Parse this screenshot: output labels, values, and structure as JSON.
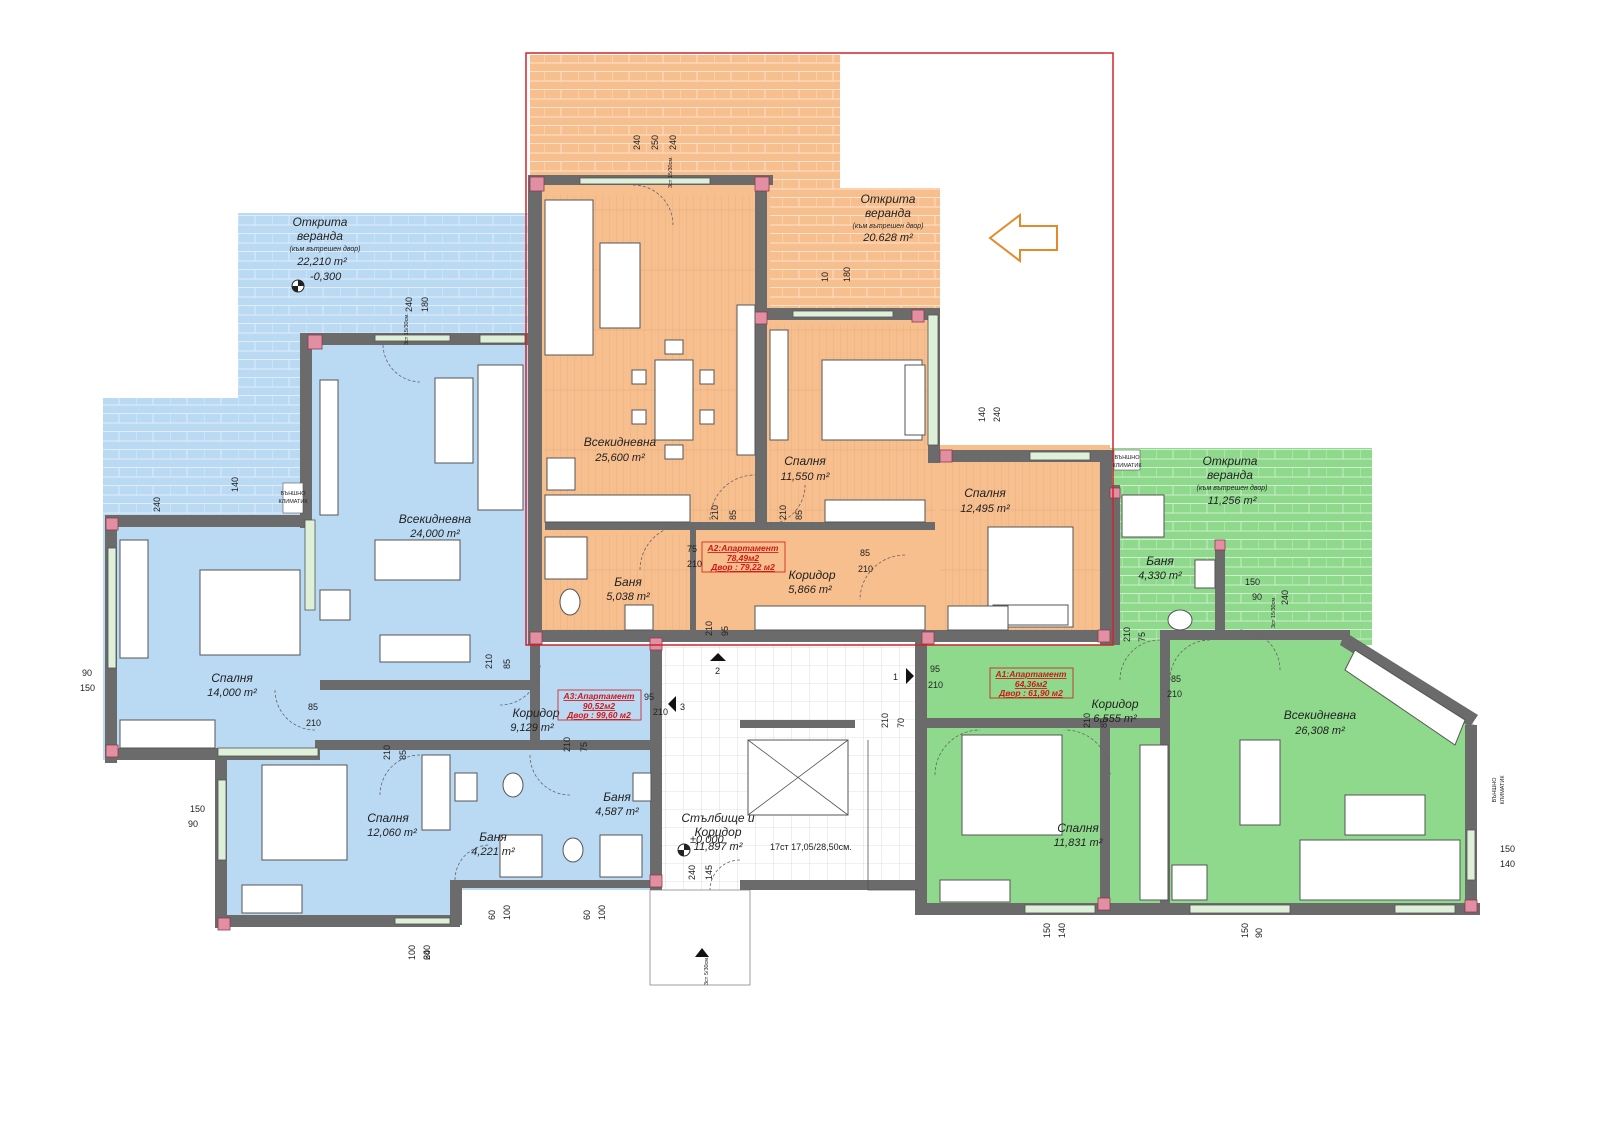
{
  "plan": {
    "colors": {
      "a1": "#8fd98c",
      "a2": "#f7be8e",
      "a3": "#bad9f3",
      "boundary": "#d0242b",
      "arrow": "#e58a2a",
      "wall": "#6b6b6b",
      "column": "#e38fa3"
    },
    "rooms": [
      {
        "name": "Открита\nверанда",
        "sub": "(към вътрешен двор)",
        "area": "22,210 m²"
      },
      {
        "name": "Открита\nверанда",
        "sub": "(към вътрешен двор)",
        "area": "20.628 m²"
      },
      {
        "name": "Открита\nверанда",
        "sub": "(към вътрешен двор)",
        "area": "11,256 m²"
      },
      {
        "name": "Всекидневна",
        "area": "25,600 m²"
      },
      {
        "name": "Спалня",
        "area": "11,550 m²"
      },
      {
        "name": "Спалня",
        "area": "12,495 m²"
      },
      {
        "name": "Всекидневна",
        "area": "24,000 m²"
      },
      {
        "name": "Баня",
        "area": "5,038 m²"
      },
      {
        "name": "Коридор",
        "area": "5,866 m²"
      },
      {
        "name": "Баня",
        "area": "4,330 m²"
      },
      {
        "name": "Спалня",
        "area": "14,000 m²"
      },
      {
        "name": "Коридор",
        "area": "9,129 m²"
      },
      {
        "name": "Коридор",
        "area": "6,555 m²"
      },
      {
        "name": "Всекидневна",
        "area": "26,308 m²"
      },
      {
        "name": "Спалня",
        "area": "12,060 m²"
      },
      {
        "name": "Баня",
        "area": "4,587 m²"
      },
      {
        "name": "Баня",
        "area": "4,221 m²"
      },
      {
        "name": "Стълбище и\nКоридор",
        "area": "11,897 m²"
      },
      {
        "name": "Спалня",
        "area": "11,831 m²"
      }
    ],
    "apartments": [
      {
        "title": "A2:Апартамент",
        "area": "78,49м2",
        "yard": "Двор : 79,22 м2"
      },
      {
        "title": "A3:Апартамент",
        "area": "90,52м2",
        "yard": "Двор : 99,60 м2"
      },
      {
        "title": "A1:Апартамент",
        "area": "64,36м2",
        "yard": "Двор : 61,90 м2"
      }
    ],
    "levels": {
      "upper": "-0,300",
      "main": "±0,000"
    },
    "notes": {
      "stairs": "17ст 17,05/28,50см.",
      "entry": "3ст 5/30см.",
      "ac_1": "ВЪНШНО\nКЛИМАТИК",
      "ac_2": "ВЪНШНО\nКЛИМАТИК",
      "ac_3": "ВЪНШНО\nКЛИМАТИК",
      "veranda_steps_1": "3ст 15/30см.",
      "veranda_steps_2": "3ст 15/30см.",
      "veranda_steps_3": "3ст 15/30см."
    },
    "section_marks": [
      "1",
      "2",
      "3"
    ],
    "dims": [
      "240",
      "250",
      "240",
      "180",
      "180",
      "240",
      "140",
      "240",
      "140",
      "240",
      "10",
      "210",
      "85",
      "75",
      "210",
      "210",
      "85",
      "85",
      "210",
      "85",
      "210",
      "210",
      "95",
      "95",
      "210",
      "85",
      "210",
      "95",
      "210",
      "210",
      "75",
      "85",
      "210",
      "210",
      "85",
      "75",
      "210",
      "210",
      "70",
      "210",
      "85",
      "100",
      "60",
      "240",
      "150",
      "90",
      "240",
      "140",
      "150",
      "90",
      "150",
      "100",
      "60",
      "100",
      "60",
      "240",
      "145",
      "150",
      "140",
      "150",
      "90",
      "90",
      "150"
    ]
  }
}
